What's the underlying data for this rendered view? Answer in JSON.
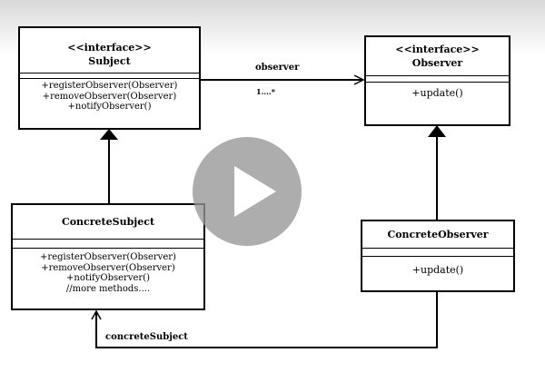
{
  "classes": {
    "subject": {
      "stereotype": "<<interface>>",
      "name": "Subject",
      "methods": [
        "+registerObserver(Observer)",
        "+removeObserver(Observer)",
        "+notifyObserver()"
      ]
    },
    "observer": {
      "stereotype": "<<interface>>",
      "name": "Observer",
      "methods": [
        "+update()"
      ]
    },
    "concrete_subject": {
      "name": "ConcreteSubject",
      "methods": [
        "+registerObserver(Observer)",
        "+removeObserver(Observer)",
        "+notifyObserver()",
        "//more methods...."
      ]
    },
    "concrete_observer": {
      "name": "ConcreteObserver",
      "methods": [
        "+update()"
      ]
    }
  },
  "associations": {
    "observer_label": "observer",
    "observer_multiplicity": "1....*",
    "concrete_subject_label": "concreteSubject"
  },
  "player": {
    "play_icon": "play-icon"
  }
}
